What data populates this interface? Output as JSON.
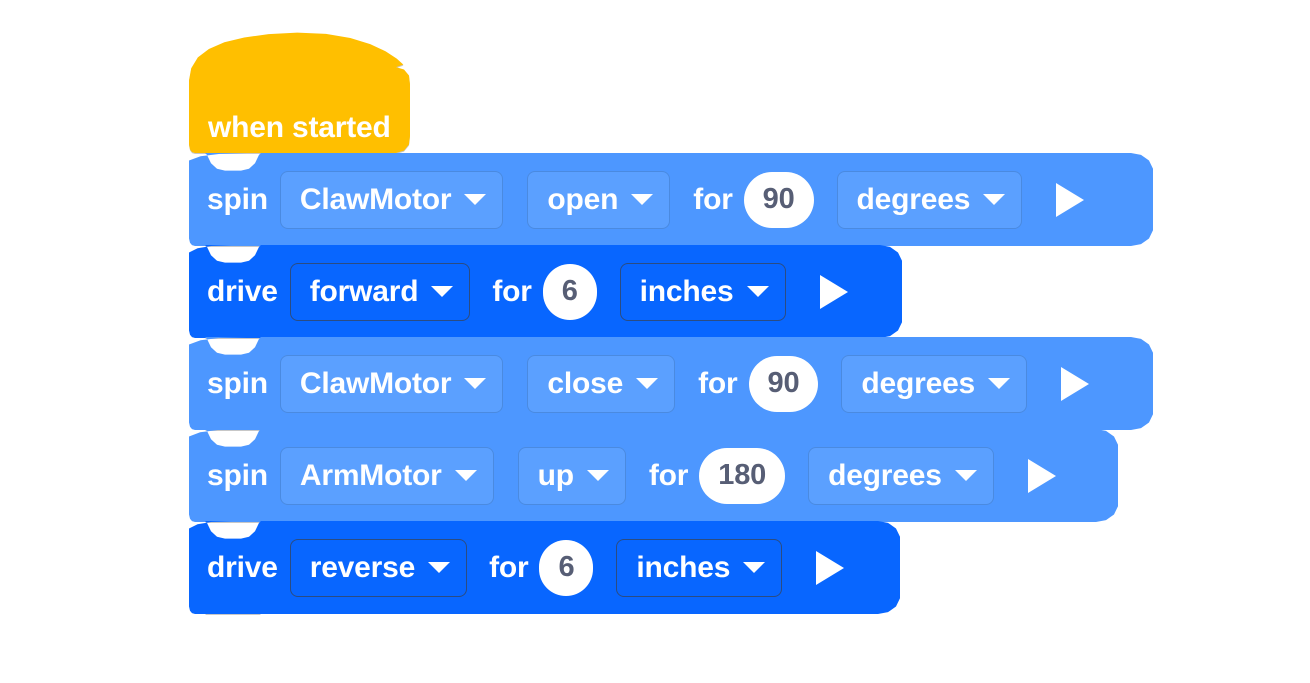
{
  "workspace": {
    "background_color": "#ffffff",
    "palette": {
      "hat_color": "#ffbf00",
      "spin_block_color": "#4d97ff",
      "drive_block_color": "#0866ff",
      "number_field_bg": "#ffffff",
      "number_field_text": "#575e75",
      "label_text": "#ffffff"
    }
  },
  "script": {
    "hat": {
      "label": "when started",
      "icon": "hat-block"
    },
    "blocks": [
      {
        "kind": "spin",
        "verb": "spin",
        "device": "ClawMotor",
        "direction": "open",
        "for_label": "for",
        "amount": "90",
        "units": "degrees",
        "run_icon": "play-icon"
      },
      {
        "kind": "drive",
        "verb": "drive",
        "direction": "forward",
        "for_label": "for",
        "amount": "6",
        "units": "inches",
        "run_icon": "play-icon"
      },
      {
        "kind": "spin",
        "verb": "spin",
        "device": "ClawMotor",
        "direction": "close",
        "for_label": "for",
        "amount": "90",
        "units": "degrees",
        "run_icon": "play-icon"
      },
      {
        "kind": "spin",
        "verb": "spin",
        "device": "ArmMotor",
        "direction": "up",
        "for_label": "for",
        "amount": "180",
        "units": "degrees",
        "run_icon": "play-icon"
      },
      {
        "kind": "drive",
        "verb": "drive",
        "direction": "reverse",
        "for_label": "for",
        "amount": "6",
        "units": "inches",
        "run_icon": "play-icon"
      }
    ]
  }
}
